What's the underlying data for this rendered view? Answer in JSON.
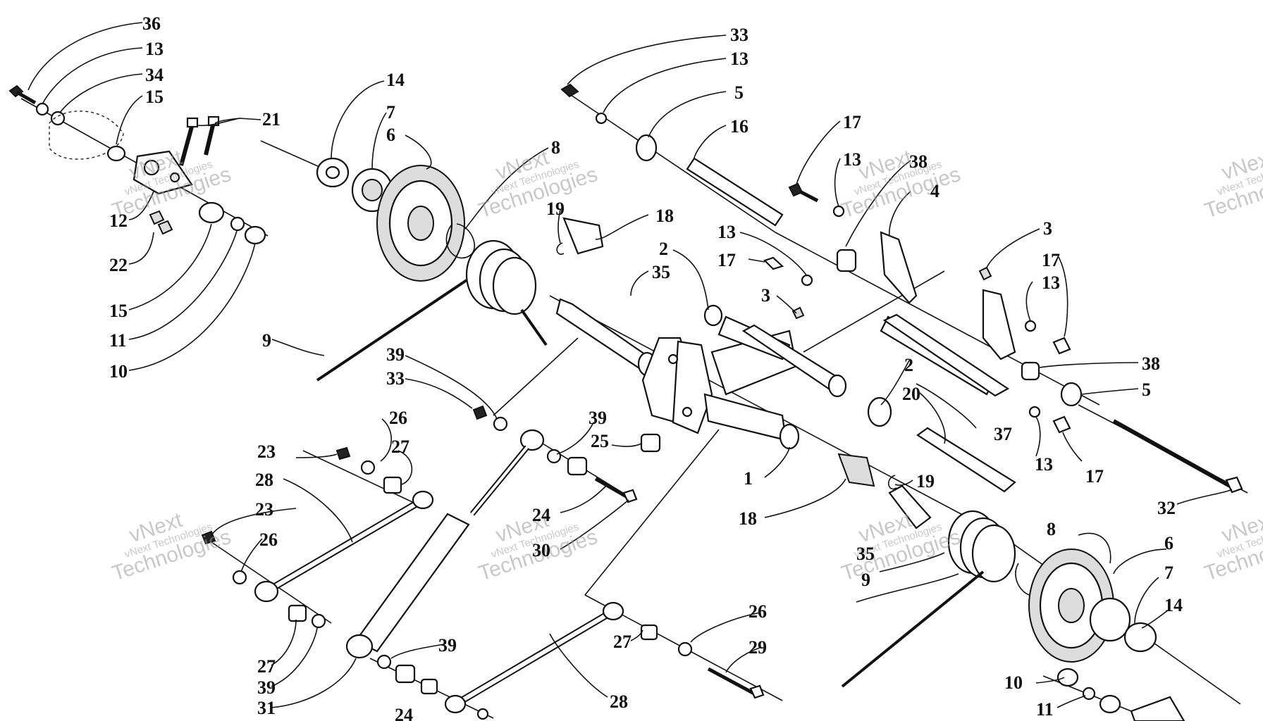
{
  "watermark": {
    "brand_top": "vNext",
    "company": "vNext Technologies",
    "word_large": "Technologies"
  },
  "callouts": [
    {
      "id": "c36",
      "label": "36"
    },
    {
      "id": "c13a",
      "label": "13"
    },
    {
      "id": "c34",
      "label": "34"
    },
    {
      "id": "c15a",
      "label": "15"
    },
    {
      "id": "c21",
      "label": "21"
    },
    {
      "id": "c12",
      "label": "12"
    },
    {
      "id": "c22",
      "label": "22"
    },
    {
      "id": "c15b",
      "label": "15"
    },
    {
      "id": "c11a",
      "label": "11"
    },
    {
      "id": "c10a",
      "label": "10"
    },
    {
      "id": "c14a",
      "label": "14"
    },
    {
      "id": "c7a",
      "label": "7"
    },
    {
      "id": "c6a",
      "label": "6"
    },
    {
      "id": "c8a",
      "label": "8"
    },
    {
      "id": "c9a",
      "label": "9"
    },
    {
      "id": "c19a",
      "label": "19"
    },
    {
      "id": "c18a",
      "label": "18"
    },
    {
      "id": "c35a",
      "label": "35"
    },
    {
      "id": "c2a",
      "label": "2"
    },
    {
      "id": "c33a",
      "label": "33"
    },
    {
      "id": "c13b",
      "label": "13"
    },
    {
      "id": "c5a",
      "label": "5"
    },
    {
      "id": "c16",
      "label": "16"
    },
    {
      "id": "c17a",
      "label": "17"
    },
    {
      "id": "c13c",
      "label": "13"
    },
    {
      "id": "c38a",
      "label": "38"
    },
    {
      "id": "c4",
      "label": "4"
    },
    {
      "id": "c13d",
      "label": "13"
    },
    {
      "id": "c17b",
      "label": "17"
    },
    {
      "id": "c3a",
      "label": "3"
    },
    {
      "id": "c3b",
      "label": "3"
    },
    {
      "id": "c17c",
      "label": "17"
    },
    {
      "id": "c13e",
      "label": "13"
    },
    {
      "id": "c38b",
      "label": "38"
    },
    {
      "id": "c5b",
      "label": "5"
    },
    {
      "id": "c2b",
      "label": "2"
    },
    {
      "id": "c20",
      "label": "20"
    },
    {
      "id": "c37",
      "label": "37"
    },
    {
      "id": "c13f",
      "label": "13"
    },
    {
      "id": "c17d",
      "label": "17"
    },
    {
      "id": "c32",
      "label": "32"
    },
    {
      "id": "c39a",
      "label": "39"
    },
    {
      "id": "c33b",
      "label": "33"
    },
    {
      "id": "c26a",
      "label": "26"
    },
    {
      "id": "c27a",
      "label": "27"
    },
    {
      "id": "c23a",
      "label": "23"
    },
    {
      "id": "c28a",
      "label": "28"
    },
    {
      "id": "c39b",
      "label": "39"
    },
    {
      "id": "c25",
      "label": "25"
    },
    {
      "id": "c1",
      "label": "1"
    },
    {
      "id": "c19b",
      "label": "19"
    },
    {
      "id": "c18b",
      "label": "18"
    },
    {
      "id": "c23b",
      "label": "23"
    },
    {
      "id": "c26b",
      "label": "26"
    },
    {
      "id": "c24a",
      "label": "24"
    },
    {
      "id": "c30",
      "label": "30"
    },
    {
      "id": "c35b",
      "label": "35"
    },
    {
      "id": "c9b",
      "label": "9"
    },
    {
      "id": "c8b",
      "label": "8"
    },
    {
      "id": "c6b",
      "label": "6"
    },
    {
      "id": "c7b",
      "label": "7"
    },
    {
      "id": "c14b",
      "label": "14"
    },
    {
      "id": "c27b",
      "label": "27"
    },
    {
      "id": "c39c",
      "label": "39"
    },
    {
      "id": "c31",
      "label": "31"
    },
    {
      "id": "c39d",
      "label": "39"
    },
    {
      "id": "c26c",
      "label": "26"
    },
    {
      "id": "c29",
      "label": "29"
    },
    {
      "id": "c27c",
      "label": "27"
    },
    {
      "id": "c28b",
      "label": "28"
    },
    {
      "id": "c24b",
      "label": "24"
    },
    {
      "id": "c10b",
      "label": "10"
    },
    {
      "id": "c11b",
      "label": "11"
    }
  ]
}
